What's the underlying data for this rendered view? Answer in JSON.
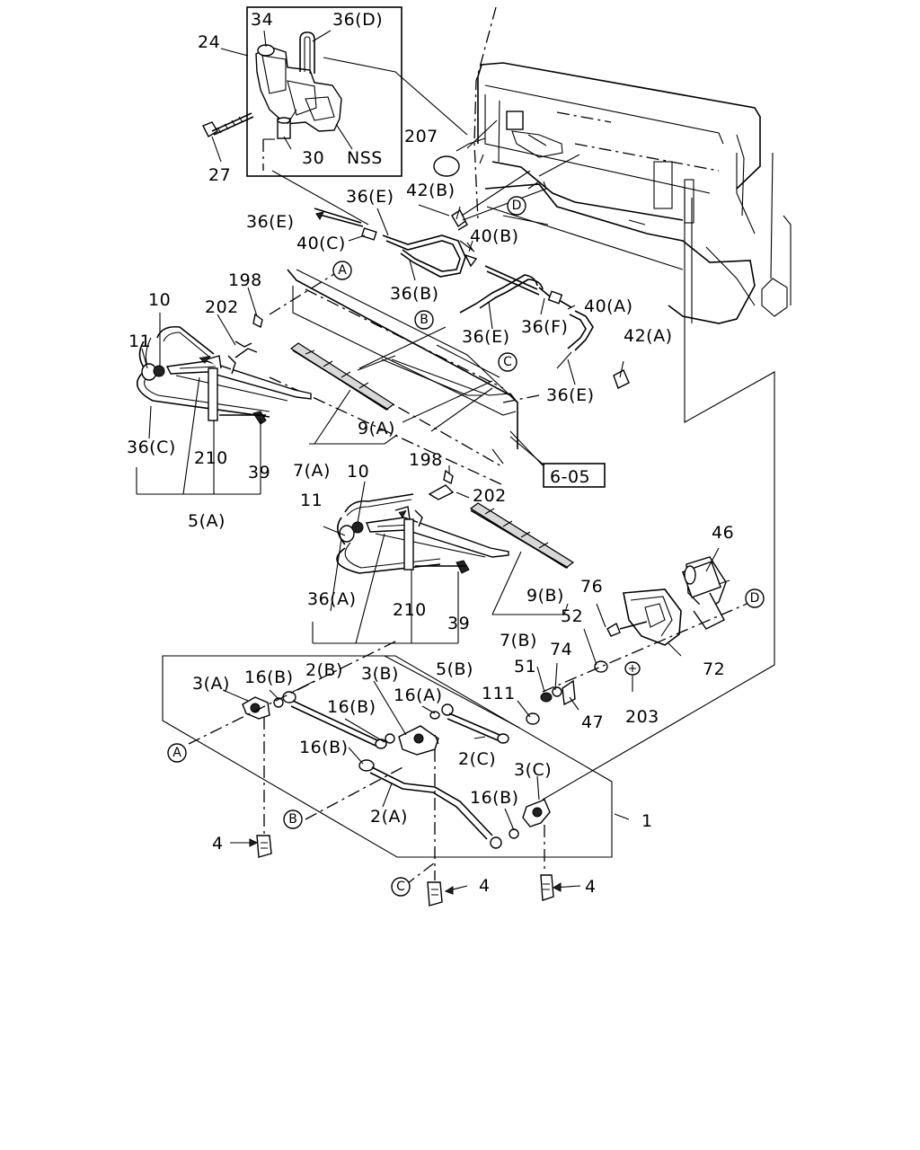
{
  "labels": {
    "p24": "24",
    "p34": "34",
    "p36d": "36(D)",
    "p27": "27",
    "p30": "30",
    "pNSS": "NSS",
    "p207": "207",
    "p42b": "42(B)",
    "p36e_top": "36(E)",
    "p36e_left": "36(E)",
    "p40c": "40(C)",
    "p40b": "40(B)",
    "p36b": "36(B)",
    "p198_top": "198",
    "p10_top": "10",
    "p202_top": "202",
    "p11_top": "11",
    "p36e_mid": "36(E)",
    "p36f": "36(F)",
    "p40a": "40(A)",
    "p42a": "42(A)",
    "p36e_right": "36(E)",
    "p36c": "36(C)",
    "p210_top": "210",
    "p39_top": "39",
    "p9a": "9(A)",
    "p7a": "7(A)",
    "p5a": "5(A)",
    "p6_05": "6-05",
    "p198_mid": "198",
    "p10_mid": "10",
    "p202_mid": "202",
    "p11_mid": "11",
    "p46": "46",
    "p36a": "36(A)",
    "p210_mid": "210",
    "p39_mid": "39",
    "p9b": "9(B)",
    "p76": "76",
    "p52": "52",
    "p7b": "7(B)",
    "p74": "74",
    "p5b": "5(B)",
    "p72": "72",
    "p3a": "3(A)",
    "p16b_1": "16(B)",
    "p2b": "2(B)",
    "p3b": "3(B)",
    "p51": "51",
    "p111": "111",
    "p16a": "16(A)",
    "p16b_2": "16(B)",
    "p47": "47",
    "p203": "203",
    "p16b_3": "16(B)",
    "p2c": "2(C)",
    "p3c": "3(C)",
    "p2a": "2(A)",
    "p16b_4": "16(B)",
    "p1": "1",
    "p4_left": "4",
    "p4_mid": "4",
    "p4_right": "4"
  },
  "callouts": {
    "a_top": "A",
    "a_bottom": "A",
    "b_top": "B",
    "b_bottom": "B",
    "c_top": "C",
    "c_bottom": "C",
    "d_top": "D",
    "d_mid": "D"
  }
}
